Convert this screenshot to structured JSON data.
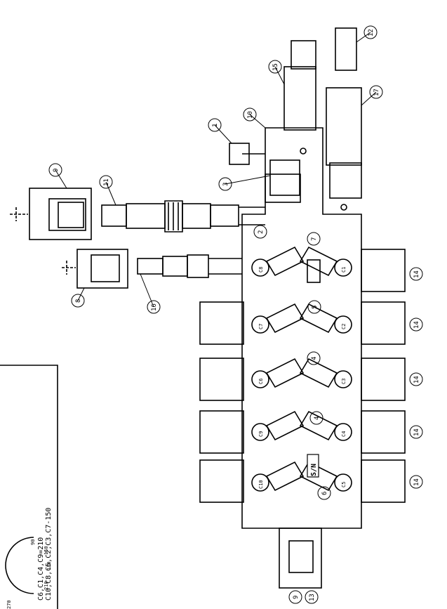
{
  "notes": {
    "line1": "C10,C8,C5,C2,C3,C7-150",
    "line2": "C6,C1,C4,C9=210"
  },
  "dial": {
    "label_90": "90",
    "label_150": "150",
    "label_180": "180",
    "label_210": "210",
    "label_270": "270"
  },
  "serial_plate": "S/N",
  "ports": {
    "top": [
      "C8",
      "C7",
      "C6",
      "C9",
      "C10"
    ],
    "bottom": [
      "C1",
      "C2",
      "C3",
      "C4",
      "C5"
    ]
  },
  "balloons": {
    "b1": "1",
    "b3a": "3",
    "b3b": "3",
    "b17": "17",
    "b12": "12",
    "b15": "15",
    "b10": "10",
    "b9": "9",
    "b11": "11",
    "b8": "8",
    "b16": "16",
    "b7": "7",
    "b2": "2",
    "b4": "4",
    "b5": "5",
    "b6": "6",
    "b13": "13",
    "b14": "14"
  }
}
